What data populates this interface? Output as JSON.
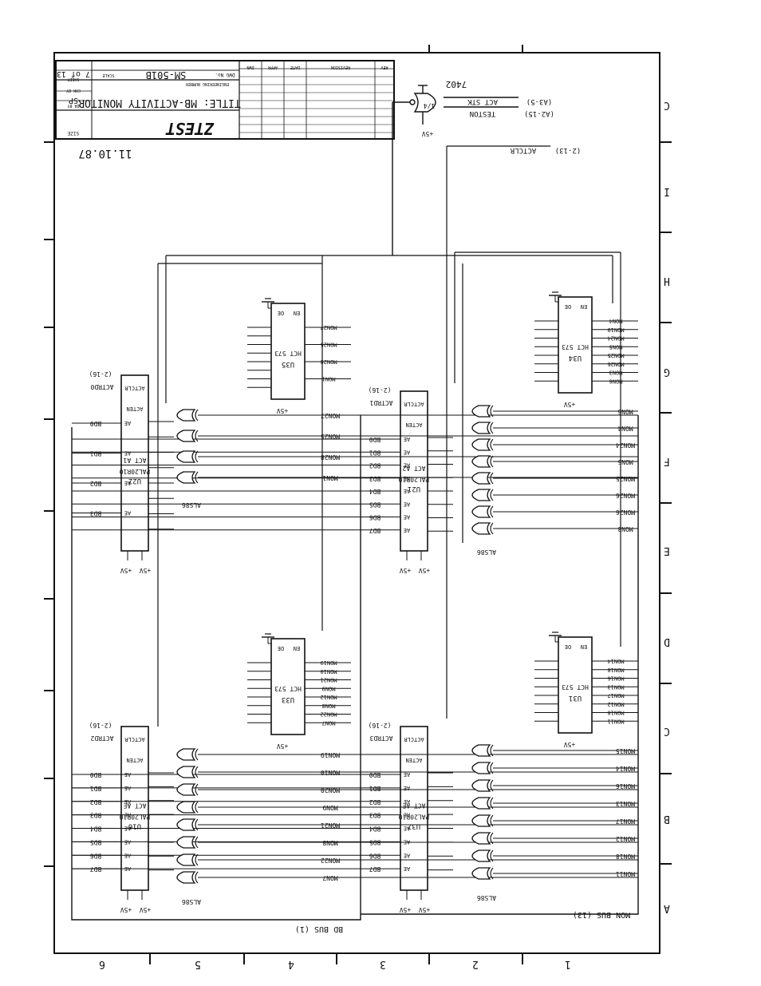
{
  "title_block": {
    "company": "ZTEST",
    "title": "TITLE: MB-ACTIVITY MONITOR",
    "dwg_no": "SM-501B",
    "dwg_label": "DWG No.",
    "eng_number_label": "ENGINEERING NUMBER",
    "sheet": "7 of 13",
    "sheet_label": "SHEET",
    "scale_label": "SCALE",
    "size_label": "SIZE",
    "chk_by_label": "CHK BY",
    "dr_by_label": "DR BY",
    "dr_by": "SP",
    "rev_label": "REV",
    "revision_label": "REVISION",
    "date_label": "DATE",
    "appr_label": "APPR",
    "dwn_label": "DWN",
    "date_written": "11.10.87"
  },
  "zones_right": [
    "C",
    "I",
    "H",
    "G",
    "F",
    "E",
    "D",
    "C",
    "B",
    "A"
  ],
  "zones_bottom": [
    "6",
    "5",
    "4",
    "3",
    "2",
    "1"
  ],
  "top_signals": {
    "ic": "7402",
    "nand_label": "1/4",
    "in1": "ACT STK",
    "in1_ref": "(A3-5)",
    "in2": "TESTON",
    "in2_ref": "(A2-15)",
    "vcc": "+5V",
    "actclr": "ACTCLR",
    "actclr_ref": "(2-13)"
  },
  "buses": {
    "bd": "BD BUS (1)",
    "mon": "MON BUS (13)"
  },
  "pal_chips": [
    {
      "id": "U22",
      "part": "PAL20R10",
      "fn": "ACT A1",
      "in": [
        "BD0",
        "BD1",
        "BD2",
        "BD3"
      ],
      "actclr": "ACTCLR",
      "acten": "ACTEN",
      "actrd": "ACTRD0",
      "ref": "(2-16)"
    },
    {
      "id": "U21",
      "part": "PAL20R10",
      "fn": "ACT A2",
      "in": [
        "BD0",
        "BD1",
        "BD2",
        "BD3",
        "BD4",
        "BD5",
        "BD6",
        "BD7"
      ],
      "actclr": "ACTCLR",
      "acten": "ACTEN",
      "actrd": "ACTRD1",
      "ref": "(2-16)"
    },
    {
      "id": "U16",
      "part": "PAL20R10",
      "fn": "ACT AE",
      "in": [
        "BD0",
        "BD1",
        "BD2",
        "BD3",
        "BD4",
        "BD5",
        "BD6",
        "BD7"
      ],
      "actclr": "ACTCLR",
      "acten": "ACTEN",
      "actrd": "ACTRD2",
      "ref": "(2-16)"
    },
    {
      "id": "U32",
      "part": "PAL20R10",
      "fn": "ACT AE",
      "in": [
        "BD0",
        "BD1",
        "BD2",
        "BD3",
        "BD4",
        "BD5",
        "BD6",
        "BD7"
      ],
      "actclr": "ACTCLR",
      "acten": "ACTEN",
      "actrd": "ACTRD3",
      "ref": "(2-16)"
    }
  ],
  "latch_chips": [
    {
      "id": "U35",
      "part": "HCT 573",
      "en": "EN",
      "oe": "OE",
      "outs": [
        "MON27",
        "MON25",
        "MON28",
        "MON1"
      ]
    },
    {
      "id": "U34",
      "part": "HCT 573",
      "en": "EN",
      "oe": "OE",
      "outs": [
        "MON4",
        "MON10",
        "MON24",
        "MON5",
        "MON25",
        "MON26",
        "MON3",
        "MON6"
      ]
    },
    {
      "id": "U33",
      "part": "HCT 573",
      "en": "EN",
      "oe": "OE",
      "outs": [
        "MON19",
        "MON10",
        "MON21",
        "MON9",
        "MON12",
        "MON8",
        "MON22",
        "MON7"
      ]
    },
    {
      "id": "U31",
      "part": "HCT 573",
      "en": "EN",
      "oe": "OE",
      "outs": [
        "MON14",
        "MON18",
        "MON16",
        "MON13",
        "MON17",
        "MON12",
        "MON18",
        "MON11"
      ]
    }
  ],
  "xor_groups": [
    {
      "part": "ALS86",
      "mon": [
        "MON27",
        "MON25",
        "MON28",
        "MON1"
      ]
    },
    {
      "part": "ALS86",
      "mon": [
        "MON6",
        "MON4",
        "MON24",
        "MON5",
        "MON25",
        "MON26",
        "MON26",
        "MON3"
      ]
    },
    {
      "part": "ALS86",
      "mon": [
        "MON19",
        "MON10",
        "MON20",
        "MON9",
        "MON21",
        "MON8",
        "MON22",
        "MON7"
      ]
    },
    {
      "part": "ALS86",
      "mon": [
        "MON15",
        "MON14",
        "MON16",
        "MON13",
        "MON17",
        "MON12",
        "MON18",
        "MON11"
      ]
    }
  ],
  "power": {
    "vcc": "+5V"
  }
}
